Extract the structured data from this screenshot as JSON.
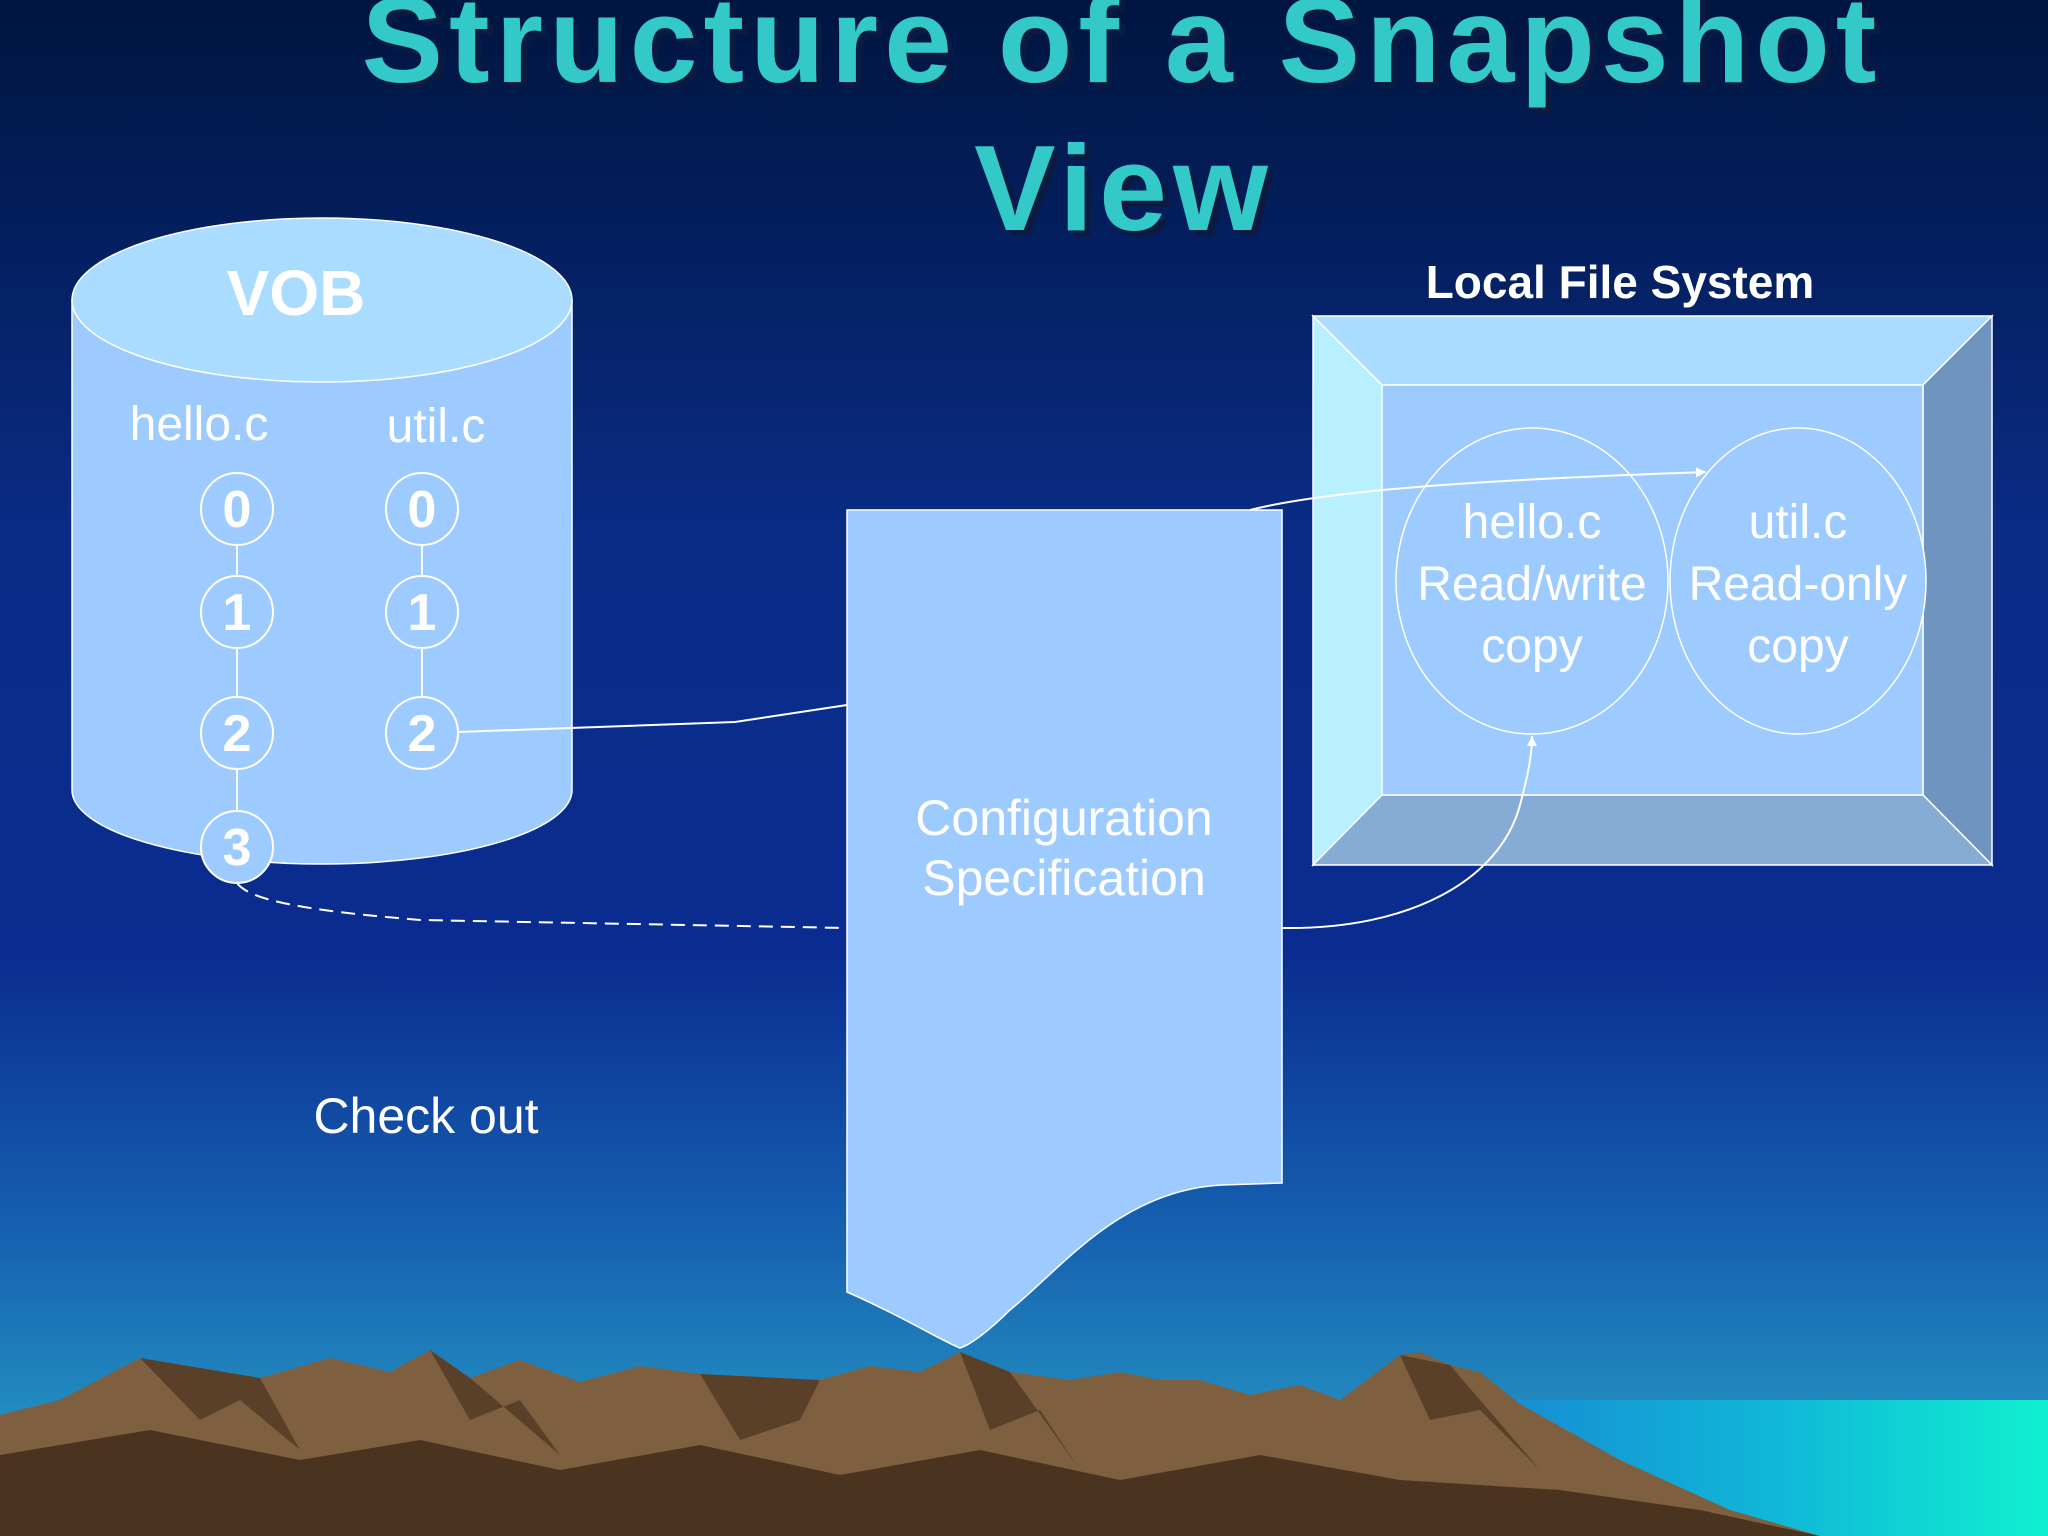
{
  "slide": {
    "title_line1": "Structure of a Snapshot",
    "title_line2": "View"
  },
  "vob": {
    "label": "VOB",
    "elements": [
      {
        "name": "hello.c",
        "versions": [
          "0",
          "1",
          "2",
          "3"
        ]
      },
      {
        "name": "util.c",
        "versions": [
          "0",
          "1",
          "2"
        ]
      }
    ]
  },
  "local_fs": {
    "label": "Local File System",
    "files": [
      {
        "name": "hello.c",
        "mode": "Read/write",
        "kind": "copy"
      },
      {
        "name": "util.c",
        "mode": "Read-only",
        "kind": "copy"
      }
    ]
  },
  "config_spec": {
    "line1": "Configuration",
    "line2": "Specification"
  },
  "checkout_label": "Check out",
  "colors": {
    "title": "#33c9c9",
    "shape_fill": "#9ecbff",
    "shape_top": "#aadcff",
    "line": "#ffffff",
    "mountain": "#7a5b3a",
    "water": "#18e0d0"
  }
}
